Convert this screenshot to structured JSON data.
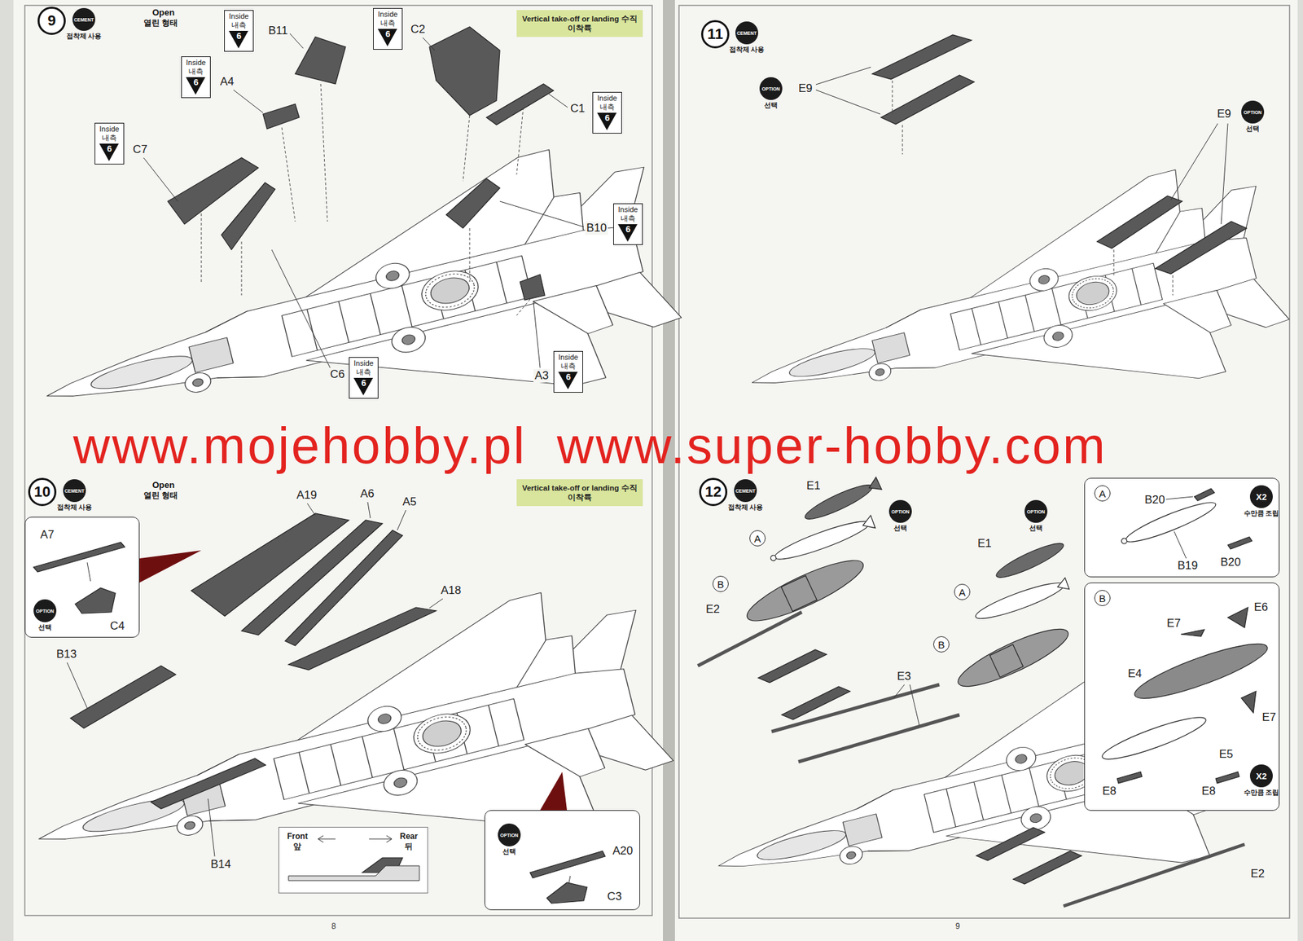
{
  "diagram": {
    "nodes": [
      {
        "text": [
          "9"
        ]
      },
      {
        "text": [
          "CEMENT",
          "접착제 사용"
        ]
      },
      {
        "text": [
          "Vertical take-off or landing 수직 이착륙"
        ]
      },
      {
        "text": [
          "Inside",
          "내측",
          "6"
        ]
      },
      {
        "text": [
          "Inside",
          "내측",
          "6"
        ]
      },
      {
        "text": [
          "Inside",
          "내측",
          "6"
        ]
      },
      {
        "text": [
          "Inside",
          "내측",
          "6"
        ]
      },
      {
        "text": [
          "Inside",
          "내측",
          "6"
        ]
      },
      {
        "text": [
          "Inside",
          "내측",
          "6"
        ]
      },
      {
        "text": [
          "Inside",
          "내측",
          "6"
        ]
      },
      {
        "text": [
          "Inside",
          "내측",
          "6"
        ]
      },
      {
        "text": [
          "10"
        ]
      },
      {
        "text": [
          "CEMENT",
          "접착제 사용"
        ]
      },
      {
        "text": [
          "Vertical take-off or landing 수직 이착륙"
        ]
      },
      {
        "text": [
          "A7",
          "C4"
        ]
      },
      {
        "text": [
          "OPTION",
          "선택"
        ],
        "in": 14
      },
      {
        "text": [
          "Front 앞",
          "Rear 뒤"
        ]
      },
      {
        "text": [
          "A20",
          "C3"
        ]
      },
      {
        "text": [
          "OPTION",
          "선택"
        ],
        "in": 17
      },
      {
        "text": [
          "11"
        ]
      },
      {
        "text": [
          "CEMENT",
          "접착제 사용"
        ]
      },
      {
        "text": [
          "OPTION",
          "선택"
        ]
      },
      {
        "text": [
          "OPTION",
          "선택"
        ]
      },
      {
        "text": [
          "12"
        ]
      },
      {
        "text": [
          "CEMENT",
          "접착제 사용"
        ]
      },
      {
        "text": [
          "OPTION",
          "선택"
        ]
      },
      {
        "text": [
          "OPTION",
          "선택"
        ]
      },
      {
        "text": [
          "A"
        ]
      },
      {
        "text": [
          "B"
        ]
      },
      {
        "text": [
          "A"
        ]
      },
      {
        "text": [
          "B"
        ]
      },
      {
        "text": [
          "B20",
          "B19",
          "B20"
        ]
      },
      {
        "text": [
          "A"
        ],
        "in": 31
      },
      {
        "text": [
          "X2",
          "수만큼 조립"
        ],
        "in": 31
      },
      {
        "text": [
          "E6",
          "E7",
          "E4",
          "E7",
          "E5",
          "E8",
          "E8"
        ]
      },
      {
        "text": [
          "B"
        ],
        "in": 34
      },
      {
        "text": [
          "X2",
          "수만큼 조립"
        ],
        "in": 34
      }
    ],
    "labels": [
      "Open",
      "열린 형태",
      "B11",
      "C2",
      "A4",
      "C1",
      "C7",
      "B10",
      "C6",
      "A3",
      "www.mojehobby.pl",
      "www.super-hobby.com",
      "Open",
      "열린 형태",
      "A19",
      "A6",
      "A5",
      "A18",
      "B13",
      "B14",
      "8",
      "E9",
      "E9",
      "E1",
      "E1",
      "E2",
      "E3",
      "E2",
      "9"
    ]
  }
}
